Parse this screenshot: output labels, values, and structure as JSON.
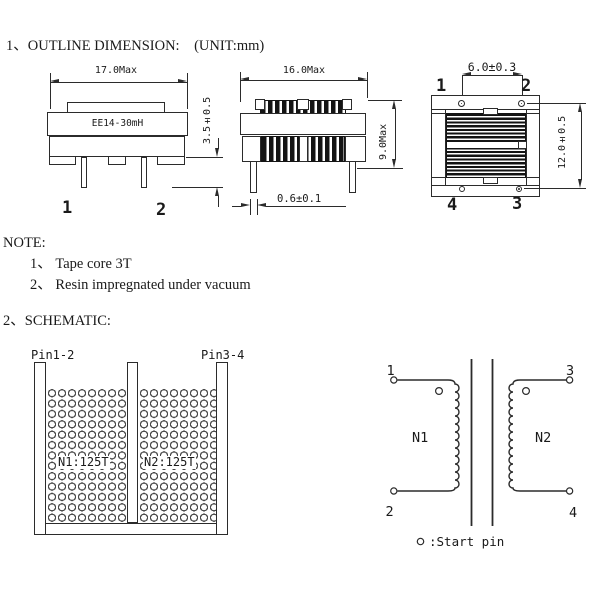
{
  "page_title": "1、OUTLINE DIMENSION:    (UNIT:mm)",
  "outline": {
    "front_view": {
      "width_dim": "17.0Max",
      "body_label": "EE14-30mH",
      "pin_length_dim": "3.5±0.5",
      "pin1": "1",
      "pin2": "2"
    },
    "side_view": {
      "width_dim": "16.0Max",
      "height_dim": "9.0Max",
      "pin_dia_dim": "0.6±0.1"
    },
    "bottom_view": {
      "pin_pitch_dim": "6.0±0.3",
      "row_pitch_dim": "12.0±0.5",
      "pin1": "1",
      "pin2": "2",
      "pin3": "3",
      "pin4": "4"
    }
  },
  "note": {
    "label": "NOTE:",
    "items": [
      "1、 Tape core 3T",
      "2、 Resin impregnated under vacuum"
    ]
  },
  "schematic": {
    "section_title": "2、SCHEMATIC:",
    "bobbin": {
      "left_label": "Pin1-2",
      "right_label": "Pin3-4",
      "winding1": "N1:125T",
      "winding2": "N2:125T"
    },
    "circuit": {
      "pin1": "1",
      "pin2": "2",
      "pin3": "3",
      "pin4": "4",
      "winding1": "N1",
      "winding2": "N2",
      "start_pin_legend": ":Start pin"
    }
  },
  "colors": {
    "line": "#2b2b2b",
    "text": "#1a1a1a",
    "winding_fill": "#141414"
  }
}
